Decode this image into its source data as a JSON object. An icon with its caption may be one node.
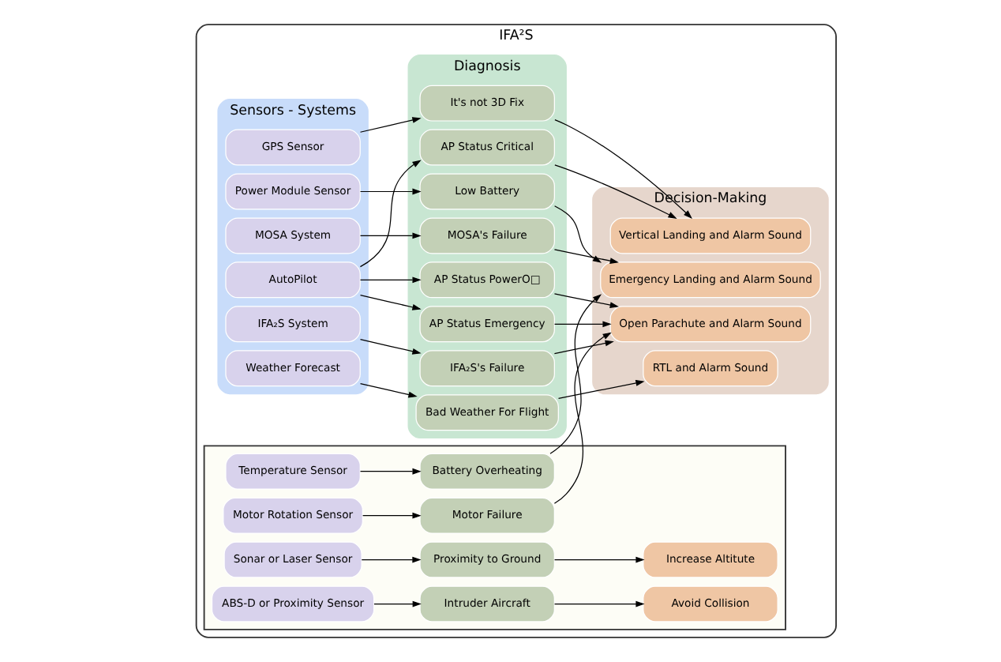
{
  "diagram": {
    "nodes": [
      {
        "text": [
          "IFA²S"
        ]
      },
      {
        "text": [
          "Sensors - Systems"
        ],
        "in": 0
      },
      {
        "text": [
          "Diagnosis"
        ],
        "in": 0
      },
      {
        "text": [
          "Decision-Making"
        ],
        "in": 0
      },
      {
        "text": [
          "Power Module Sensor"
        ],
        "in": 1
      },
      {
        "text": [
          "GPS Sensor"
        ],
        "in": 1
      },
      {
        "text": [
          "AutoPilot"
        ],
        "in": 1
      },
      {
        "text": [
          "MOSA System"
        ],
        "in": 1
      },
      {
        "text": [
          "IFA₂S System"
        ],
        "in": 1
      },
      {
        "text": [
          "Weather Forecast"
        ],
        "in": 1
      },
      {
        "text": [
          "Low Battery"
        ],
        "in": 2
      },
      {
        "text": [
          "It's not 3D Fix"
        ],
        "in": 2
      },
      {
        "text": [
          "AP Status Critical"
        ],
        "in": 2
      },
      {
        "text": [
          "AP Status Emergency"
        ],
        "in": 2
      },
      {
        "text": [
          "AP Status PowerO□"
        ],
        "in": 2
      },
      {
        "text": [
          "MOSA's Failure"
        ],
        "in": 2
      },
      {
        "text": [
          "IFA₂S's Failure"
        ],
        "in": 2
      },
      {
        "text": [
          "Bad Weather For Flight"
        ],
        "in": 2
      },
      {
        "text": [
          "Vertical Landing and Alarm Sound"
        ],
        "in": 3
      },
      {
        "text": [
          "Emergency Landing and Alarm Sound"
        ],
        "in": 3
      },
      {
        "text": [
          "Open Parachute and Alarm Sound"
        ],
        "in": 3
      },
      {
        "text": [
          "RTL and Alarm Sound"
        ],
        "in": 3
      },
      {
        "text": [],
        "shape": "box",
        "in": 0
      },
      {
        "text": [
          "Temperature Sensor"
        ],
        "in": 22
      },
      {
        "text": [
          "Motor Rotation Sensor"
        ],
        "in": 22
      },
      {
        "text": [
          "Sonar or Laser Sensor"
        ],
        "in": 22
      },
      {
        "text": [
          "ABS-D or Proximity Sensor"
        ],
        "in": 22
      },
      {
        "text": [
          "Battery Overheating"
        ],
        "in": 22
      },
      {
        "text": [
          "Motor Failure"
        ],
        "in": 22
      },
      {
        "text": [
          "Proximity to Ground"
        ],
        "in": 22
      },
      {
        "text": [
          "Intruder Aircraft"
        ],
        "in": 22
      },
      {
        "text": [
          "Increase Altitute"
        ],
        "in": 22
      },
      {
        "text": [
          "Avoid Collision"
        ],
        "in": 22
      }
    ],
    "edges": [
      {
        "from": 4,
        "to": 10,
        "arrow": "to"
      },
      {
        "from": 5,
        "to": 11,
        "arrow": "to"
      },
      {
        "from": 6,
        "to": 12,
        "arrow": "to"
      },
      {
        "from": 6,
        "to": 13,
        "arrow": "to"
      },
      {
        "from": 6,
        "to": 14,
        "arrow": "to"
      },
      {
        "from": 7,
        "to": 15,
        "arrow": "to"
      },
      {
        "from": 8,
        "to": 16,
        "arrow": "to"
      },
      {
        "from": 9,
        "to": 17,
        "arrow": "to"
      },
      {
        "from": 10,
        "to": 19,
        "arrow": "to"
      },
      {
        "from": 11,
        "to": 18,
        "arrow": "to"
      },
      {
        "from": 12,
        "to": 18,
        "arrow": "to"
      },
      {
        "from": 13,
        "to": 20,
        "arrow": "to"
      },
      {
        "from": 14,
        "to": 20,
        "arrow": "to"
      },
      {
        "from": 15,
        "to": 19,
        "arrow": "to"
      },
      {
        "from": 16,
        "to": 20,
        "arrow": "to"
      },
      {
        "from": 17,
        "to": 21,
        "arrow": "to"
      },
      {
        "from": 27,
        "to": 19,
        "arrow": "to"
      },
      {
        "from": 28,
        "to": 20,
        "arrow": "to"
      },
      {
        "from": 23,
        "to": 27,
        "arrow": "to"
      },
      {
        "from": 24,
        "to": 28,
        "arrow": "to"
      },
      {
        "from": 25,
        "to": 29,
        "arrow": "to"
      },
      {
        "from": 26,
        "to": 30,
        "arrow": "to"
      },
      {
        "from": 29,
        "to": 31,
        "arrow": "to"
      },
      {
        "from": 30,
        "to": 32,
        "arrow": "to"
      }
    ]
  }
}
